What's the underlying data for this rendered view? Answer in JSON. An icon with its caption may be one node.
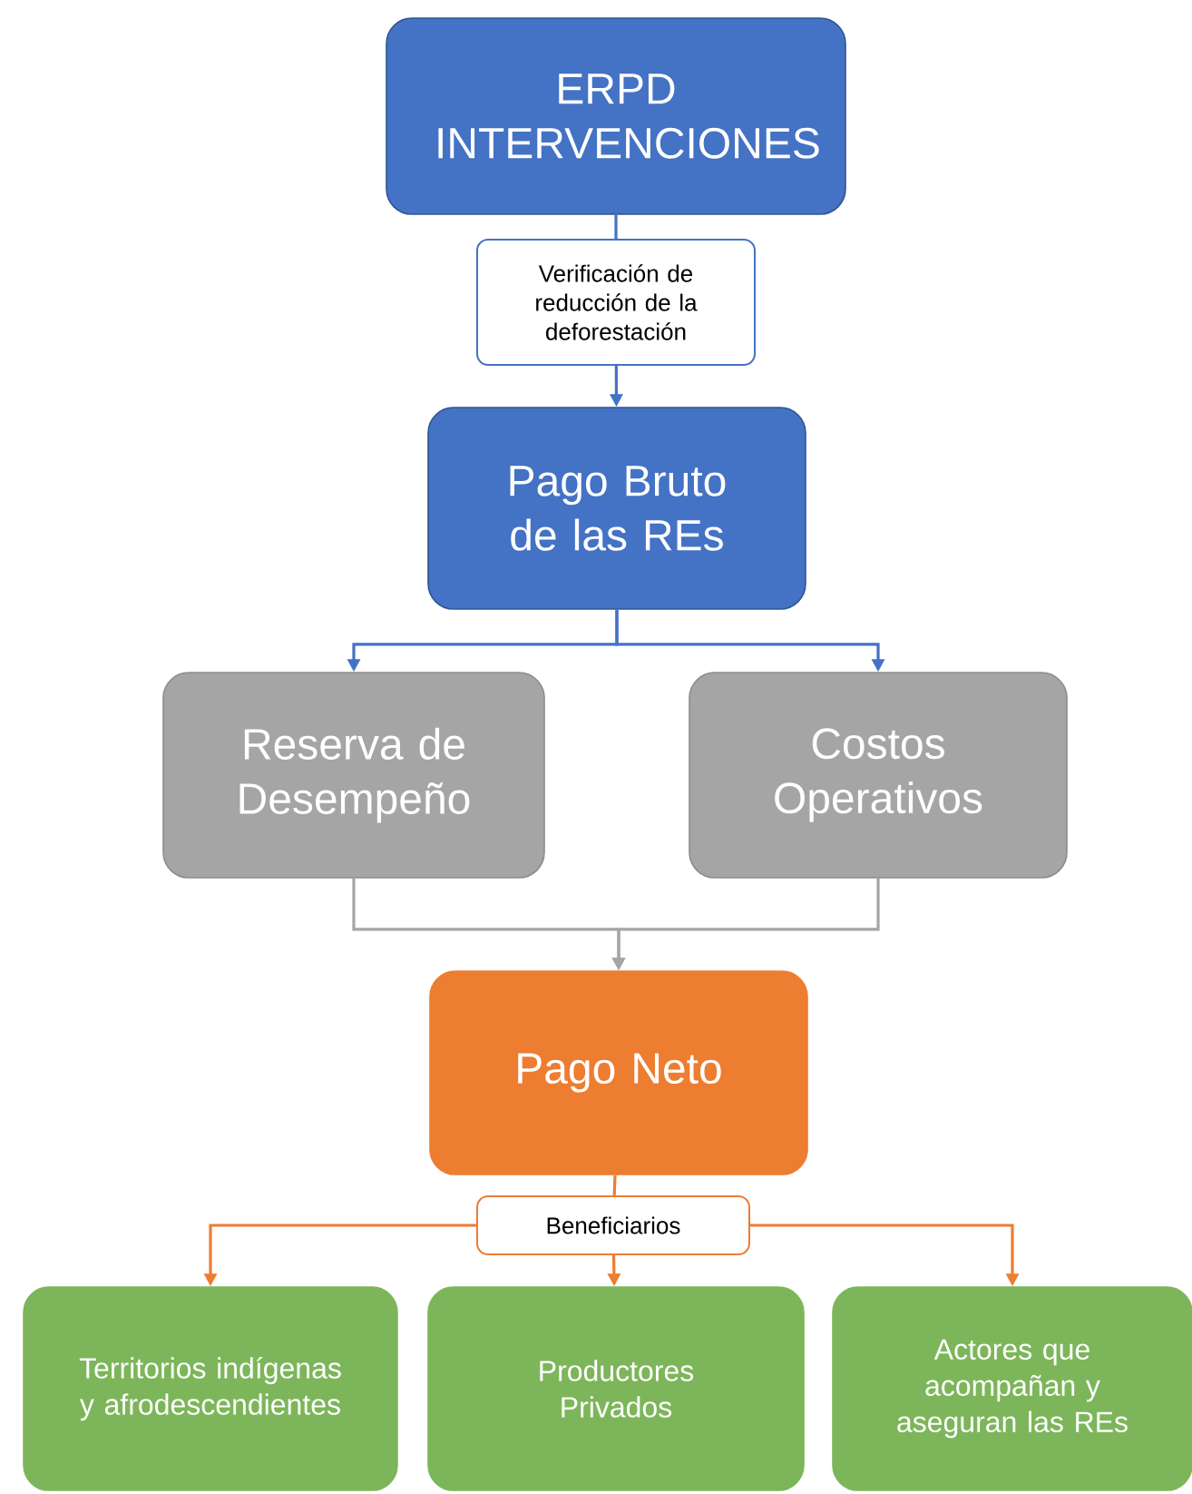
{
  "diagram": {
    "nodes": [
      {
        "text": [
          "ERPD INTERVENCIONES"
        ]
      },
      {
        "text": [
          "Verificación de reducción de la deforestación"
        ]
      },
      {
        "text": [
          "Pago Bruto de las REs"
        ]
      },
      {
        "text": [
          "Reserva de Desempeño"
        ]
      },
      {
        "text": [
          "Costos Operativos"
        ]
      },
      {
        "text": [
          "Pago Neto"
        ]
      },
      {
        "text": [
          "Beneficiarios"
        ]
      },
      {
        "text": [
          "Territorios indígenas y afrodescendientes"
        ]
      },
      {
        "text": [
          "Productores Privados"
        ]
      },
      {
        "text": [
          "Actores que acompañan y aseguran las REs"
        ]
      }
    ],
    "edges": [
      {
        "from": 0,
        "to": 1,
        "arrow": "none",
        "color": "#4472c4"
      },
      {
        "from": 1,
        "to": 2,
        "arrow": "to",
        "color": "#4472c4"
      },
      {
        "from": 2,
        "to": 3,
        "arrow": "to",
        "color": "#4472c4"
      },
      {
        "from": 2,
        "to": 4,
        "arrow": "to",
        "color": "#4472c4"
      },
      {
        "from": 3,
        "to": 5,
        "arrow": "to",
        "color": "#a5a5a5"
      },
      {
        "from": 4,
        "to": 5,
        "arrow": "to",
        "color": "#a5a5a5"
      },
      {
        "from": 5,
        "to": 6,
        "arrow": "none",
        "color": "#ed7d31"
      },
      {
        "from": 6,
        "to": 7,
        "arrow": "to",
        "color": "#ed7d31"
      },
      {
        "from": 6,
        "to": 8,
        "arrow": "to",
        "color": "#ed7d31"
      },
      {
        "from": 6,
        "to": 9,
        "arrow": "to",
        "color": "#ed7d31"
      }
    ]
  }
}
